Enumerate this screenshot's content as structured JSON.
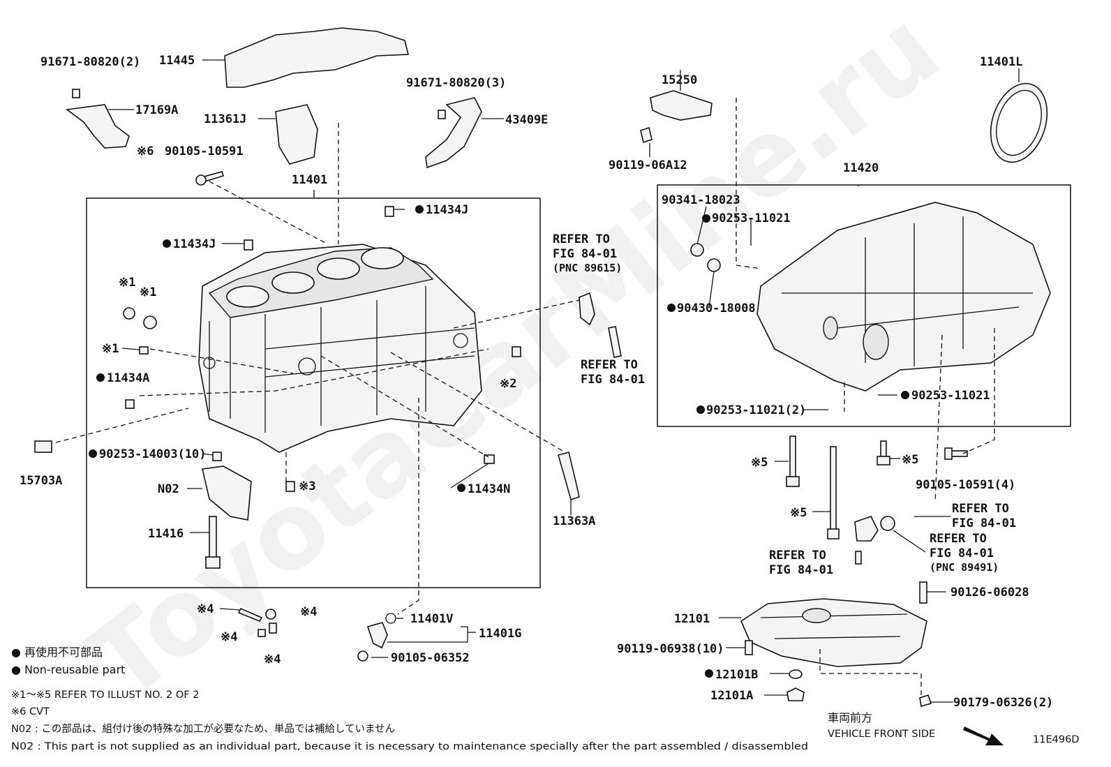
{
  "labels": {
    "p91671_80820_2": "91671-80820(2)",
    "p11445": "11445",
    "p17169A": "17169A",
    "p11361J": "11361J",
    "p90105_10591_cvt": "90105-10591",
    "mark6": "※6",
    "p11401": "11401",
    "p11434J_top": "11434J",
    "p11434J_left": "11434J",
    "mark1a": "※1",
    "mark1b": "※1",
    "mark1c": "※1",
    "p11434A": "11434A",
    "p15703A": "15703A",
    "p90253_14003": "90253-14003(10)",
    "pN02": "N02",
    "mark3": "※3",
    "p11416": "11416",
    "p11434N": "11434N",
    "mark2": "※2",
    "p11363A": "11363A",
    "p91671_80820_3": "91671-80820(3)",
    "p43409E": "43409E",
    "refer1_l1": "REFER TO",
    "refer1_l2": "FIG 84-01",
    "refer1_l3": "(PNC 89615)",
    "refer2_l1": "REFER TO",
    "refer2_l2": "FIG 84-01",
    "p15250": "15250",
    "p90119_06A12": "90119-06A12",
    "p11401L": "11401L",
    "p11420": "11420",
    "p90341_18023": "90341-18023",
    "p90253_11021_a": "90253-11021",
    "p90430_18008": "90430-18008",
    "p90253_11021_2": "90253-11021(2)",
    "p90253_11021_b": "90253-11021",
    "mark5a": "※5",
    "mark5b": "※5",
    "mark5c": "※5",
    "p90105_10591_4": "90105-10591(4)",
    "refer3_l1": "REFER TO",
    "refer3_l2": "FIG 84-01",
    "refer4_l1": "REFER TO",
    "refer4_l2": "FIG 84-01",
    "refer5_l1": "REFER TO",
    "refer5_l2": "FIG 84-01",
    "refer5_l3": "(PNC 89491)",
    "p90126_06028": "90126-06028",
    "p12101": "12101",
    "p90119_06938": "90119-06938(10)",
    "p12101B": "12101B",
    "p12101A": "12101A",
    "p90179_06326": "90179-06326(2)",
    "mark4a": "※4",
    "mark4b": "※4",
    "mark4c": "※4",
    "mark4d": "※4",
    "p11401V": "11401V",
    "p11401G": "11401G",
    "p90105_06352": "90105-06352"
  },
  "legend": {
    "jp_nonreusable": "● 再使用不可部品",
    "en_nonreusable": "● Non-reusable part",
    "ref_1_5": "※1～※5  REFER TO ILLUST NO. 2 OF 2",
    "ref_6": "※6  CVT",
    "n02_jp": "N02 : この部品は、組付け後の特殊な加工が必要なため、単品では補給していません",
    "n02_en": "N02 : This part is not supplied as an individual part, because it is necessary to maintenance specially after the part assembled / disassembled"
  },
  "direction": {
    "jp": "車両前方",
    "en": "VEHICLE FRONT SIDE"
  },
  "illustration_code": "11E496D",
  "watermark": "ToyotaCarMine.ru"
}
